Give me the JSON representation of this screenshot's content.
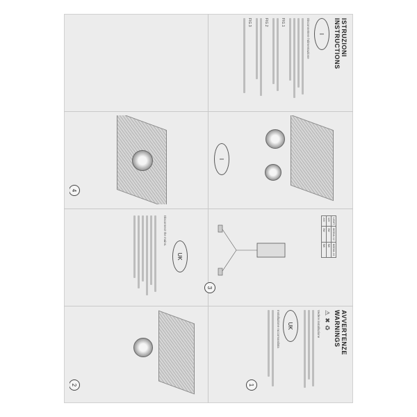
{
  "sections": {
    "warnings": {
      "title": "AVVERTENZE",
      "subtitle": "WARNINGS"
    },
    "instructions": {
      "title": "ISTRUZIONI",
      "subtitle": "INSTRUCTIONS"
    },
    "lang_it": "I",
    "lang_uk": "UK"
  },
  "steps": [
    "1",
    "2",
    "3",
    "4"
  ],
  "figures": [
    "FIG.1",
    "FIG.2",
    "FIG.3"
  ],
  "paragraphs": {
    "it_disconnect": "Disconnettere l'alimentazione",
    "uk_disconnect": "Disconnect the mains.",
    "it_warning": "Vedere installazione",
    "uk_warning": "Installazione raccomandata"
  },
  "spec_table": {
    "rows": [
      [
        "LIGHT",
        "MODUL 12",
        "MODUL 24"
      ],
      [
        "12V",
        "3W",
        "6W"
      ],
      [
        "24V",
        "3W",
        "6W"
      ]
    ]
  }
}
